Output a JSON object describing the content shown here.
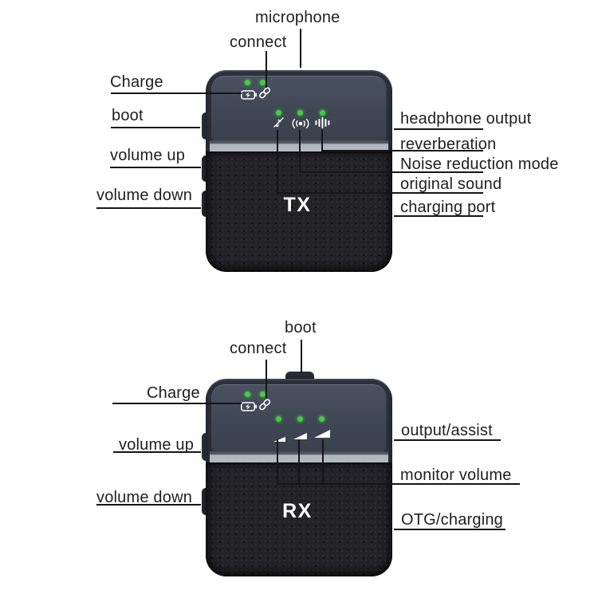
{
  "colors": {
    "background": "#ffffff",
    "led_green": "#3bd13b",
    "device_body": "#23272f",
    "device_face": "#404754",
    "divider_stripe": "#afb5bd",
    "leather_texture": "#232227",
    "label_text": "#1f1f1f",
    "callout_line": "#15151a",
    "icon_color": "#ffffff"
  },
  "tx": {
    "device_label": "TX",
    "labels": {
      "microphone": "microphone",
      "connect": "connect",
      "charge": "Charge",
      "boot": "boot",
      "volume_up": "volume up",
      "volume_down": "volume down",
      "headphone_output": "headphone output",
      "reverberation": "reverberation",
      "noise_reduction_mode": "Noise reduction mode",
      "original_sound": "original sound",
      "charging_port": "charging port"
    },
    "icons": [
      "battery-charging-icon",
      "link-icon",
      "muted-note-icon",
      "reverb-icon",
      "waveform-icon"
    ],
    "status_led_count": 2,
    "mode_led_count": 3
  },
  "rx": {
    "device_label": "RX",
    "labels": {
      "boot": "boot",
      "connect": "connect",
      "charge": "Charge",
      "volume_up": "volume up",
      "volume_down": "volume down",
      "output_assist": "output/assist",
      "monitor_volume": "monitor volume",
      "otg_charging": "OTG/charging"
    },
    "icons": [
      "battery-charging-icon",
      "link-icon",
      "volume-wedge-small-icon",
      "volume-wedge-medium-icon",
      "volume-wedge-large-icon"
    ],
    "status_led_count": 2,
    "volume_led_count": 3
  }
}
